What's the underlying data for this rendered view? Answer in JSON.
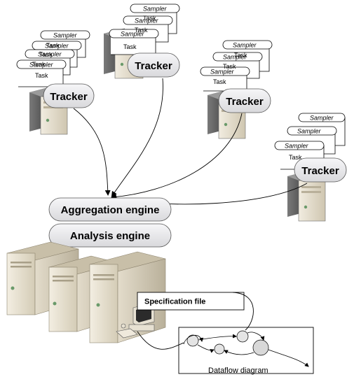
{
  "diagram": {
    "sampler_label": "Sampler",
    "task_label": "Task",
    "tracker_label": "Tracker",
    "aggregation_engine": "Aggregation engine",
    "analysis_engine": "Analysis engine",
    "specification_file": "Specification file",
    "dataflow_diagram": "Dataflow diagram"
  },
  "colors": {
    "server_body": "#ddd6c3",
    "server_dark": "#3c3c3c",
    "bubble_fill": "#e8e8ea",
    "line": "#000000"
  }
}
